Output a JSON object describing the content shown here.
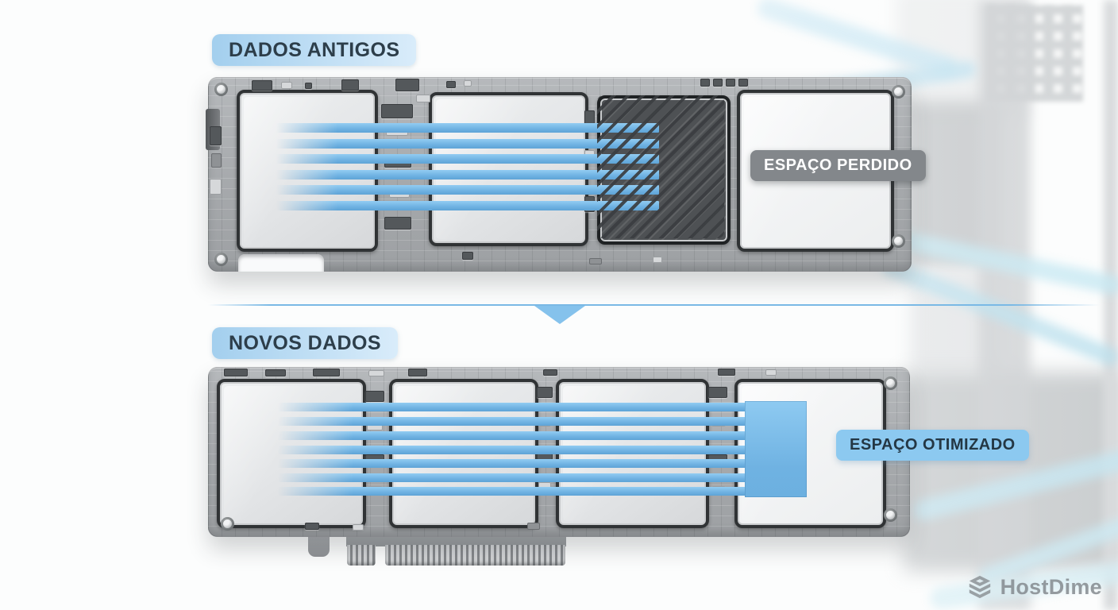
{
  "header": {
    "old_data_label": "DADOS ANTIGOS",
    "new_data_label": "NOVOS DADOS"
  },
  "callouts": {
    "lost_space": "ESPAÇO PERDIDO",
    "optimized_space": "ESPAÇO OTIMIZADO"
  },
  "branding": {
    "logo_text": "HostDime",
    "logo_icon": "stacked-layers-icon"
  },
  "colors": {
    "stripe_blue": "#6fb2e2",
    "label_gradient_start": "#a3cfee",
    "label_gradient_end": "#d9ecfa",
    "lost_space_bg": "#83878b",
    "optimized_bg": "#8cc9f0",
    "divider_blue": "#7ab9e5",
    "arrow_blue": "#85c2ec",
    "logo_gray": "#81878c"
  },
  "diagram": {
    "old_board": {
      "chip_count": 4,
      "stripe_count": 6,
      "wasted_chip_style": "dark-hatched"
    },
    "new_board": {
      "chip_count": 4,
      "stripe_count": 7,
      "data_block_style": "solid-blue"
    }
  }
}
